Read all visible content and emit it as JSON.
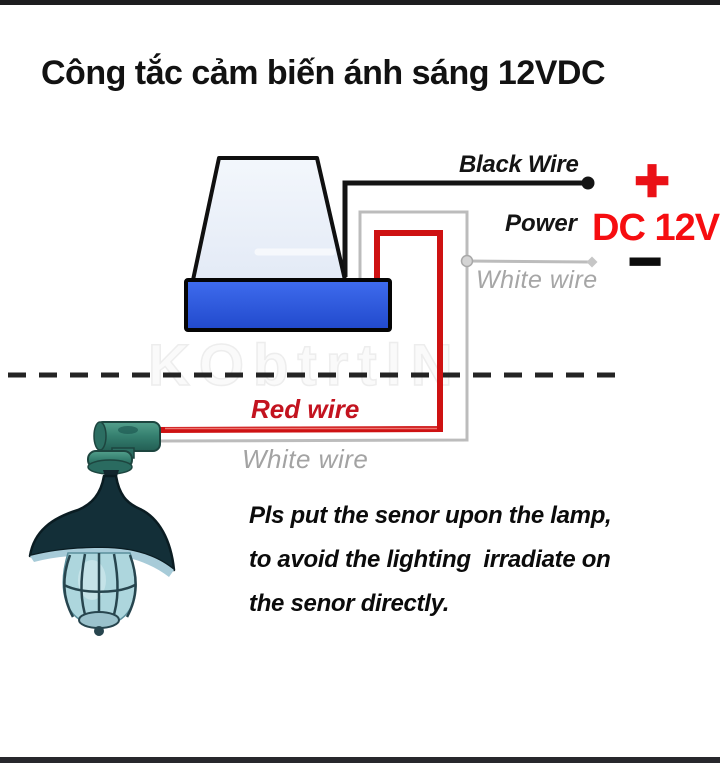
{
  "title": "Công tắc cảm biến ánh sáng 12VDC",
  "wiring": {
    "black_wire_label": "Black Wire",
    "power_label": "Power",
    "dc_label": "DC 12V",
    "plus_symbol": "+",
    "minus_symbol": "−",
    "white_wire_top_label": "White wire",
    "red_wire_label": "Red wire",
    "white_wire_bottom_label": "White wire"
  },
  "note": {
    "lines": [
      "Pls put the senor upon the lamp,",
      "to avoid the lighting  irradiate on",
      "the senor directly."
    ]
  },
  "watermark": "KObtrtlN",
  "colors": {
    "accent_red": "#ea1117",
    "dc_text_red": "#f60d10",
    "red_wire": "#ce1112",
    "red_label": "#c3131f",
    "black_wire": "#141414",
    "white_wire_gray": "#bcbcbc",
    "gray_text": "#a6a6a6",
    "sensor_base_blue": "#2c58dd",
    "sensor_housing_fill": "#edf2fa",
    "lamp_teal": "#3c8d7c",
    "lamp_shade_dark": "#132f38",
    "lamp_glass_blue": "#add6dd"
  }
}
